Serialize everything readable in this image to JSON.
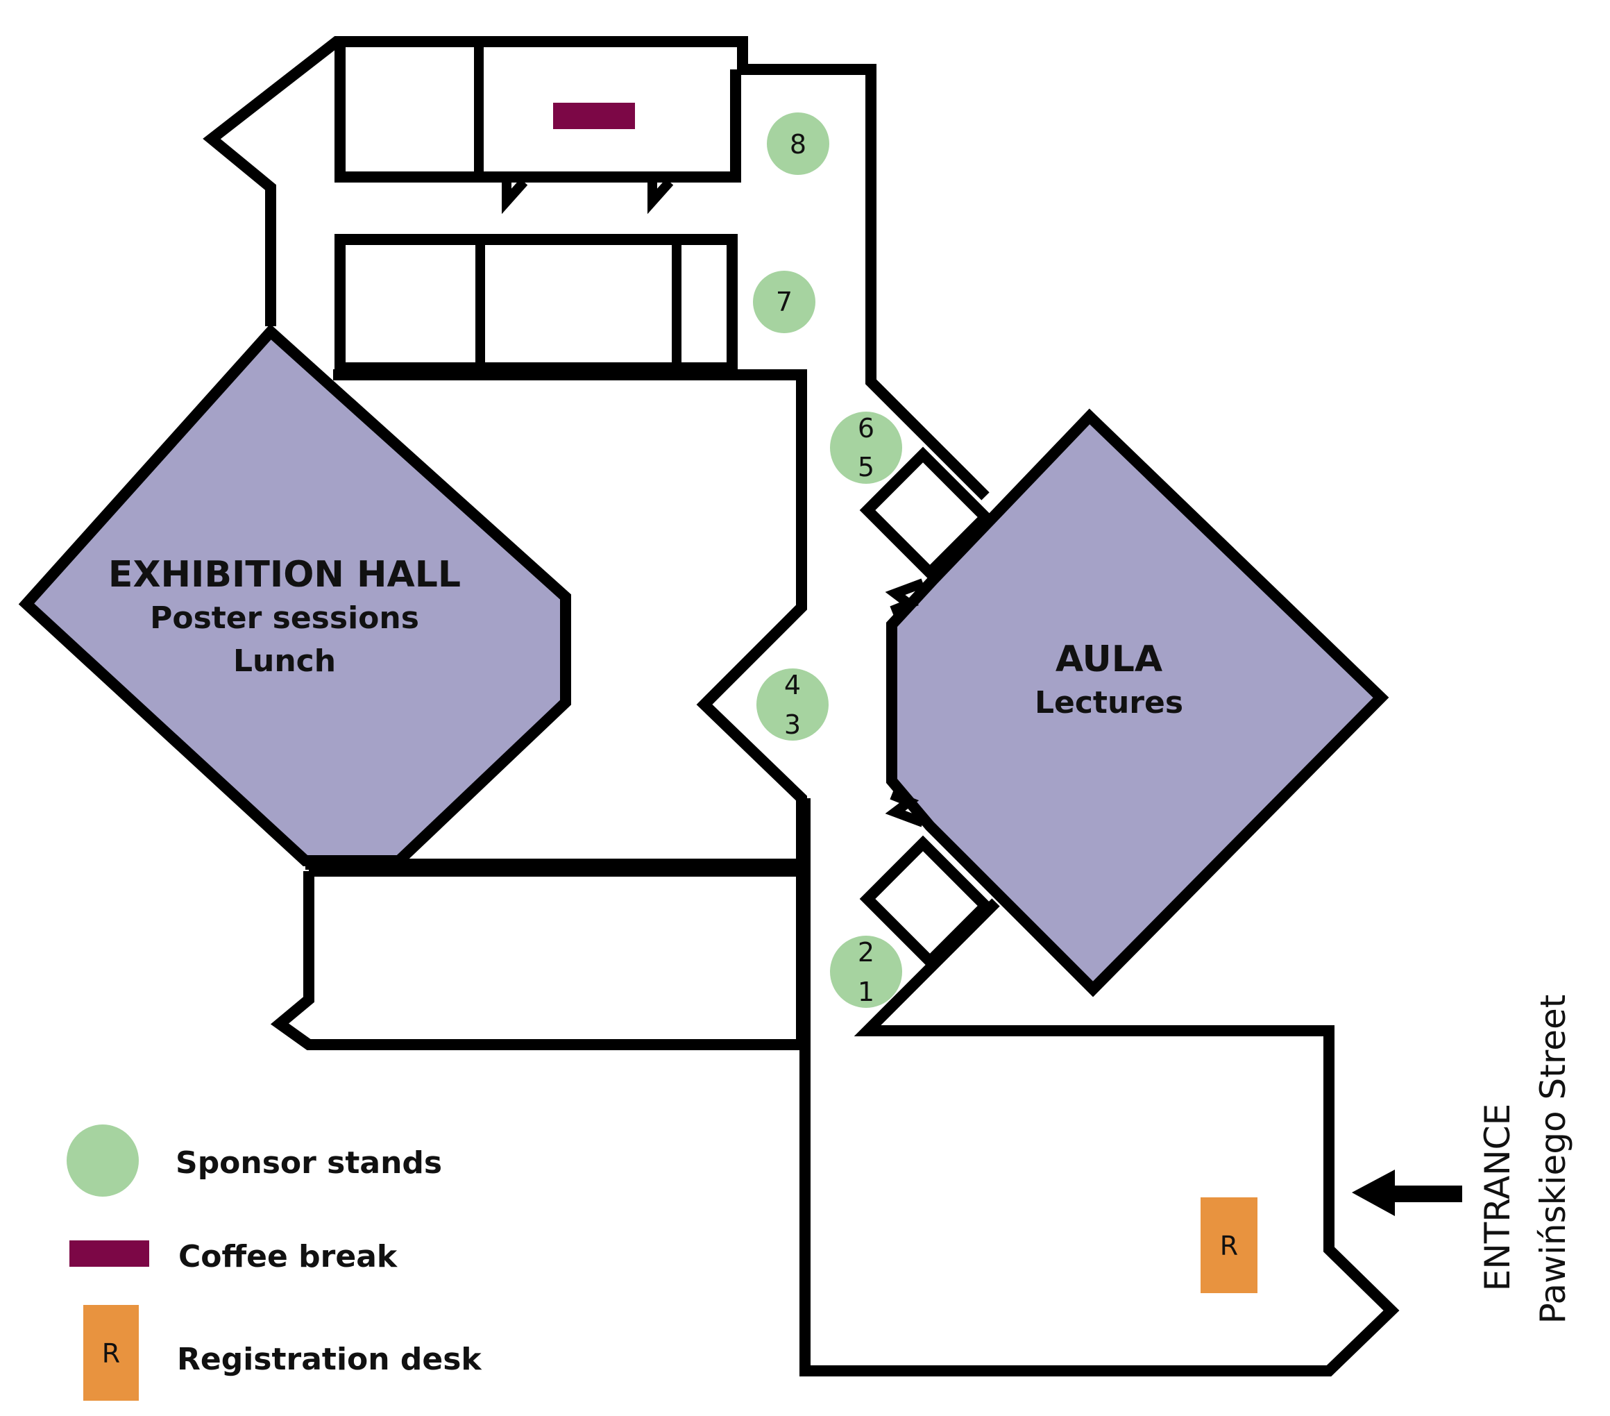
{
  "colors": {
    "hall": "#a5a2c7",
    "sponsor": "#a6d3a0",
    "coffee": "#7c0746",
    "registration": "#e8933f",
    "wall": "#000000"
  },
  "halls": {
    "exhibition": {
      "title": "EXHIBITION HALL",
      "line1": "Poster sessions",
      "line2": "Lunch"
    },
    "aula": {
      "title": "AULA",
      "line1": "Lectures"
    }
  },
  "stands": {
    "s8": "8",
    "s7": "7",
    "s6": "6",
    "s5": "5",
    "s4": "4",
    "s3": "3",
    "s2": "2",
    "s1": "1"
  },
  "registration_desk": {
    "letter": "R"
  },
  "entrance": {
    "label": "ENTRANCE",
    "street": "Pawińskiego Street",
    "icon": "arrow-left-icon"
  },
  "legend": {
    "sponsor": "Sponsor stands",
    "coffee": "Coffee break",
    "registration": "Registration desk",
    "registration_letter": "R"
  }
}
